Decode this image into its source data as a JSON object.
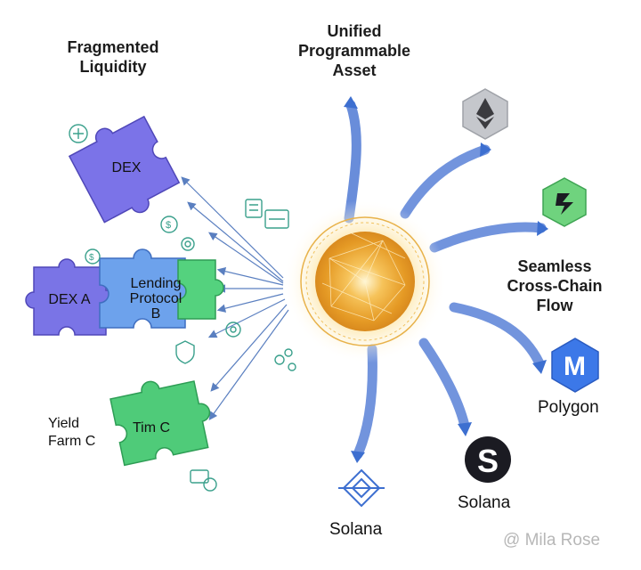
{
  "headings": {
    "left": "Fragmented Liquidity",
    "top": "Unified Programmable Asset",
    "right": "Seamless Cross-Chain Flow"
  },
  "pieces": {
    "dex": "DEX",
    "dex_a": "DEX A",
    "lending_line1": "Lending",
    "lending_line2": "Protocol",
    "lending_line3": "B",
    "tim_c": "Tim C"
  },
  "side_labels": {
    "yield_line1": "Yield",
    "yield_line2": "Farm C"
  },
  "chains": {
    "polygon": "Polygon",
    "solana_dark": "Solana",
    "solana_bottom": "Solana"
  },
  "icons": [
    "ethereum-icon",
    "green-chain-icon",
    "polygon-icon",
    "solana-icon",
    "binance-icon",
    "dollar-coin-icon",
    "gear-icon",
    "document-icon",
    "dashboard-icon"
  ],
  "colors": {
    "dex_piece": "#7b73e8",
    "dex_a_piece": "#7a74e6",
    "lending_piece": "#6da2ec",
    "green_piece": "#54d27e",
    "tim_piece": "#4fcb79",
    "orb": "#e8a530",
    "flow_arrow": "#3d6fd0",
    "polygon": "#3c78e8",
    "solana_badge": "#1b1b22",
    "green_chain": "#55c26a",
    "eth_badge": "#c5c7cc"
  },
  "watermark": "@ Mila Rose"
}
